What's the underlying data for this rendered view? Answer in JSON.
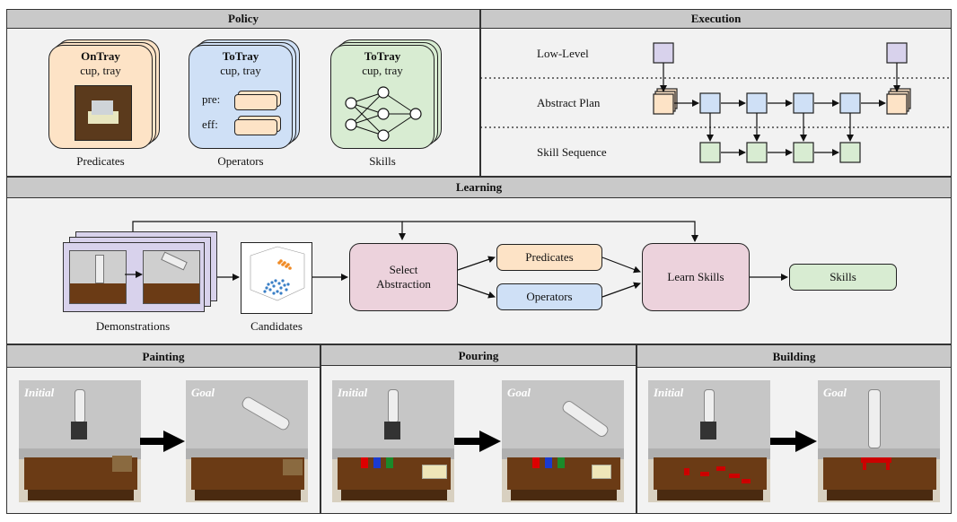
{
  "policy": {
    "header": "Policy",
    "predicates": {
      "title": "OnTray",
      "args": "cup, tray",
      "caption": "Predicates"
    },
    "operators": {
      "title": "ToTray",
      "args": "cup, tray",
      "pre": "pre:",
      "eff": "eff:",
      "caption": "Operators"
    },
    "skills": {
      "title": "ToTray",
      "args": "cup, tray",
      "caption": "Skills"
    }
  },
  "execution": {
    "header": "Execution",
    "rows": [
      "Low-Level",
      "Abstract Plan",
      "Skill Sequence"
    ]
  },
  "learning": {
    "header": "Learning",
    "demonstrations": "Demonstrations",
    "candidates": "Candidates",
    "select": "Select Abstraction",
    "predicates": "Predicates",
    "operators": "Operators",
    "learn_skills": "Learn Skills",
    "skills": "Skills"
  },
  "tasks": [
    {
      "header": "Painting",
      "initial": "Initial",
      "goal": "Goal"
    },
    {
      "header": "Pouring",
      "initial": "Initial",
      "goal": "Goal"
    },
    {
      "header": "Building",
      "initial": "Initial",
      "goal": "Goal"
    }
  ],
  "colors": {
    "peach": "#fde3c6",
    "blue": "#cfe0f6",
    "green": "#d8ecd2",
    "pink": "#ecd2dc",
    "lavender": "#d8d2ec",
    "header": "#c9c9c9"
  }
}
